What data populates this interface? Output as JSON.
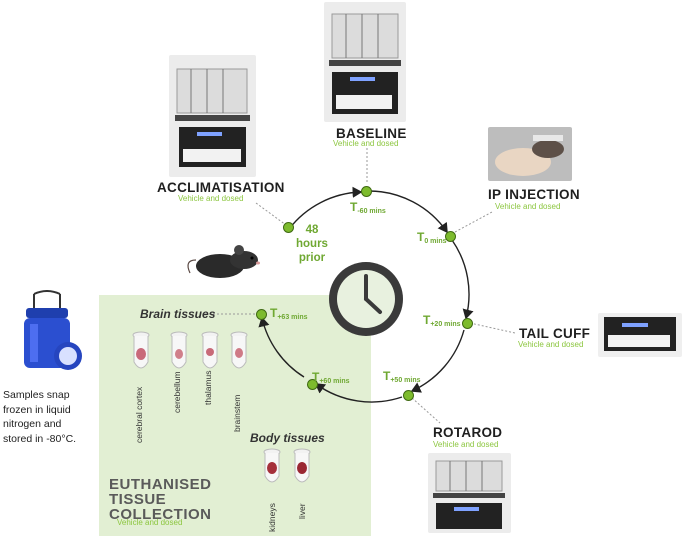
{
  "stages": {
    "acclimatisation": {
      "title": "ACCLIMATISATION",
      "subtitle": "Vehicle and dosed"
    },
    "baseline": {
      "title": "BASELINE",
      "subtitle": "Vehicle and dosed"
    },
    "ip_injection": {
      "title": "IP INJECTION",
      "subtitle": "Vehicle and dosed"
    },
    "tail_cuff": {
      "title": "TAIL CUFF",
      "subtitle": "Vehicle and dosed"
    },
    "rotarod": {
      "title": "ROTAROD",
      "subtitle": "Vehicle and dosed"
    },
    "euthanised": {
      "title_line1": "EUTHANISED",
      "title_line2": "TISSUE",
      "title_line3": "COLLECTION",
      "subtitle": "Vehicle and dosed"
    }
  },
  "timepoints": {
    "prior": {
      "line1": "48",
      "line2": "hours",
      "line3": "prior"
    },
    "t_minus60": {
      "main": "T",
      "sub": "-60 mins"
    },
    "t0": {
      "main": "T",
      "sub": "0 mins"
    },
    "t20": {
      "main": "T",
      "sub": "+20 mins"
    },
    "t50": {
      "main": "T",
      "sub": "+50 mins"
    },
    "t60": {
      "main": "T",
      "sub": "+60 mins"
    },
    "t63": {
      "main": "T",
      "sub": "+63 mins"
    }
  },
  "brain_tissues": {
    "title": "Brain tissues",
    "items": [
      "cerebral cortex",
      "cerebellum",
      "thalamus",
      "brainstem"
    ]
  },
  "body_tissues": {
    "title": "Body tissues",
    "items": [
      "kidneys",
      "liver"
    ]
  },
  "storage_note": {
    "lines": [
      "Samples snap",
      "frozen in liquid",
      "nitrogen and",
      "stored in -80°C."
    ]
  },
  "colors": {
    "accent_green": "#8cc63f",
    "dot_green": "#7dbb2d",
    "box_green": "#e2efd3"
  }
}
